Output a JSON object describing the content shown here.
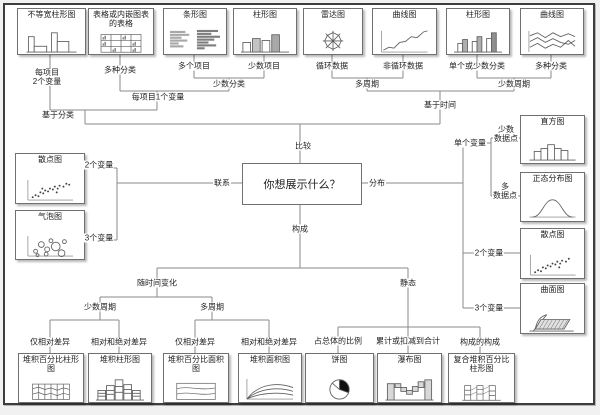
{
  "center_question": "你想展示什么？",
  "branches": {
    "compare": "比较",
    "relationship": "联系",
    "distribution": "分布",
    "composition": "构成"
  },
  "boxes": {
    "top": [
      "不等宽柱形图",
      "表格或内嵌图表的表格",
      "条形图",
      "柱形图",
      "雷达图",
      "曲线图",
      "柱形图",
      "曲线图"
    ],
    "left": [
      "散点图",
      "气泡图"
    ],
    "right": [
      "直方图",
      "正态分布图",
      "散点图",
      "曲面图"
    ],
    "bottom": [
      "堆积百分比柱形图",
      "堆积柱形图",
      "堆积百分比面积图",
      "堆积面积图",
      "饼图",
      "瀑布图",
      "复合堆积百分比柱形图"
    ]
  },
  "labels": {
    "per_item_2vars": "每项目\n2个变量",
    "multi_category_1": "多种分类",
    "many_items": "多个项目",
    "few_items": "少数项目",
    "few_categories": "少数分类",
    "per_item_1var": "每项目1个变量",
    "category_based": "基于分类",
    "cyclical": "循环数据",
    "non_cyclical": "非循环数据",
    "many_periods_top": "多周期",
    "single_or_few_categories": "单个或少数分类",
    "multi_category_2": "多种分类",
    "few_periods_top": "少数周期",
    "time_based": "基于时间",
    "two_vars_left": "2个变量",
    "three_vars_left": "3个变量",
    "single_var": "单个变量",
    "few_data_points": "少数\n数据点",
    "many_data_points": "多\n数据点",
    "two_vars_right": "2个变量",
    "three_vars_right": "3个变量",
    "over_time": "随时间变化",
    "few_periods_bottom": "少数周期",
    "many_periods_bottom": "多周期",
    "static": "静态",
    "relative_only_1": "仅相对差异",
    "relative_absolute_1": "相对和绝对差异",
    "relative_only_2": "仅相对差异",
    "relative_absolute_2": "相对和绝对差异",
    "share_of_total": "占总体的比例",
    "accumulate_or_subtract": "累计或扣减到合计",
    "composition_of_composition": "构成的构成"
  },
  "colors": {
    "connector": "#8a8a8a",
    "box_border": "#707070",
    "frame": "#3d3d3d",
    "text": "#222222",
    "pie_slice": "#111111"
  }
}
